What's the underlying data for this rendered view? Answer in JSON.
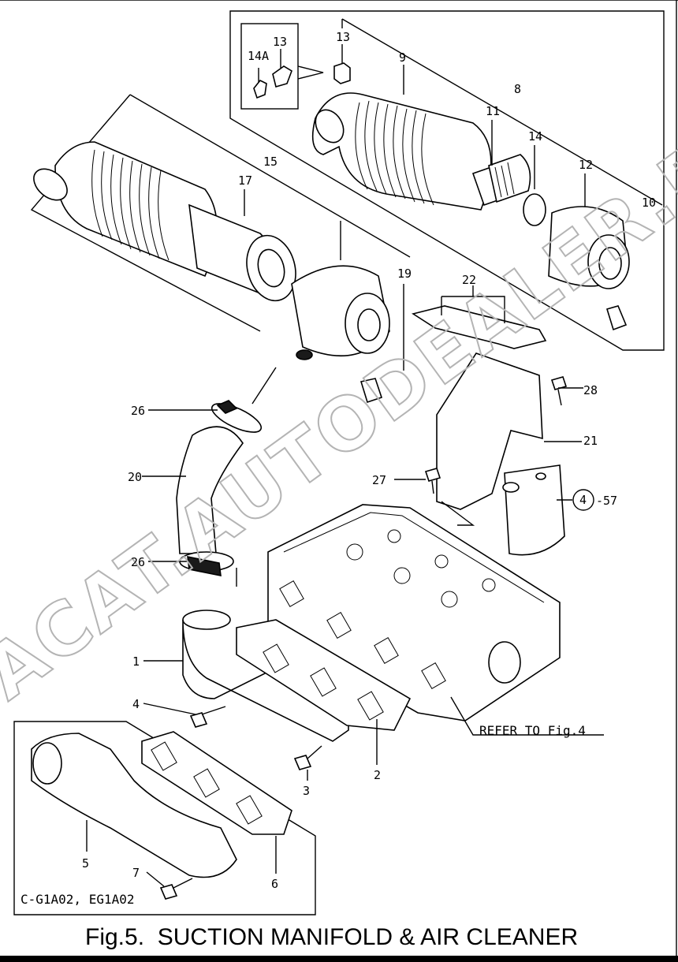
{
  "figure": {
    "caption": "Fig.5.  SUCTION MANIFOLD & AIR CLEANER",
    "refer_note": "REFER TO Fig.4",
    "variant_note": "C-G1A02, EG1A02",
    "watermark": "ACAT.AUTODEALER.RU"
  },
  "callouts": {
    "c1": "1",
    "c2": "2",
    "c3": "3",
    "c4": "4",
    "c5": "5",
    "c6": "6",
    "c7": "7",
    "c8": "8",
    "c9": "9",
    "c10": "10",
    "c11": "11",
    "c12": "12",
    "c13a": "13",
    "c13b": "13",
    "c14": "14",
    "c14a": "14A",
    "c15": "15",
    "c17": "17",
    "c19": "19",
    "c20": "20",
    "c21": "21",
    "c22": "22",
    "c26a": "26",
    "c26b": "26",
    "c27": "27",
    "c28": "28",
    "c4ref": "4",
    "c57": "-57"
  }
}
